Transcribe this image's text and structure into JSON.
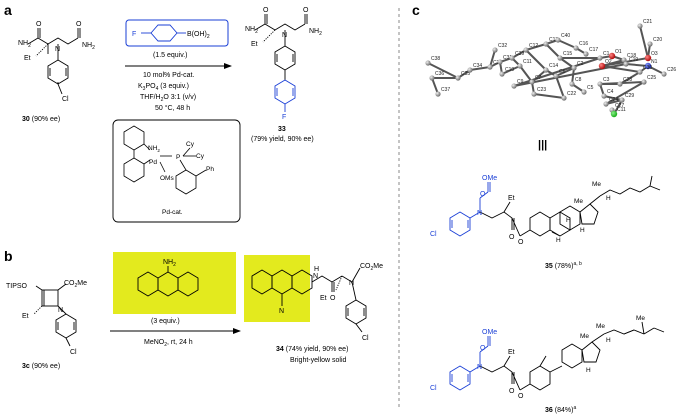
{
  "panel_a": {
    "label": "a",
    "reagent_aryl": "F",
    "reagent_boron": "B(OH)",
    "reagent_boron_sub": "2",
    "reagent_equiv": "(1.5 equiv.)",
    "conditions": [
      "10 mol% Pd-cat.",
      "K",
      "3",
      "PO",
      "4",
      " (3 equiv.)",
      "THF/H",
      "2",
      "O 3:1 (v/v)",
      "50 °C, 48 h"
    ],
    "sm_labels": {
      "nh2_1": "NH",
      "nh2_2": "NH",
      "et": "Et",
      "cl": "Cl",
      "n": "N",
      "o1": "O",
      "o2": "O"
    },
    "sm_name": "30",
    "sm_ee": "(90% ee)",
    "product_labels": {
      "nh2_1": "NH",
      "nh2_2": "NH",
      "et": "Et",
      "n": "N",
      "f": "F",
      "o1": "O",
      "o2": "O"
    },
    "product_name": "33",
    "product_yield": "(79% yield, 90% ee)",
    "catalyst": {
      "nh2": "NH",
      "pd": "Pd",
      "oms": "OMs",
      "p": "P",
      "cy1": "Cy",
      "cy2": "Cy",
      "ph": "Ph",
      "caption": "Pd-cat."
    }
  },
  "panel_b": {
    "label": "b",
    "sm_labels": {
      "tipso": "TIPSO",
      "co2me": "CO",
      "et": "Et",
      "n": "N",
      "cl": "Cl"
    },
    "sm_name": "3c",
    "sm_ee": "(90% ee)",
    "acridine_nh2": "NH",
    "reagent_equiv": "(3 equiv.)",
    "conditions": "MeNO",
    "conditions_tail": ", rt, 24 h",
    "product_labels": {
      "nh": "H",
      "n_acr": "N",
      "n_amide": "N",
      "o": "O",
      "co2me": "CO",
      "et": "Et",
      "n2": "N",
      "cl": "Cl"
    },
    "product_name": "34",
    "product_yield": "(74% yield, 90% ee)",
    "product_note": "Bright-yellow solid",
    "highlight_color": "#e3ea1e"
  },
  "panel_c": {
    "label": "c",
    "crystal_atoms": [
      "C38",
      "C36",
      "C37",
      "C35",
      "C34",
      "C33",
      "C32",
      "C31",
      "C39",
      "C12",
      "C13",
      "C40",
      "C16",
      "C17",
      "C21",
      "C20",
      "C10",
      "C11",
      "C15",
      "C1",
      "O1",
      "C18",
      "O3",
      "C9",
      "C7",
      "C14",
      "C6",
      "C2",
      "O2",
      "C19",
      "N1",
      "C23",
      "C8",
      "C3",
      "C30",
      "C22",
      "C5",
      "C4",
      "C28",
      "C25",
      "C26",
      "C24",
      "C29",
      "C27",
      "C11"
    ],
    "equivalence_symbol": "|||",
    "cmpd35": {
      "ome": "OMe",
      "o_carb": "O",
      "n": "N",
      "et": "Et",
      "cl": "Cl",
      "o1": "O",
      "o2": "O",
      "me1": "Me",
      "me2": "Me",
      "h1": "H",
      "h2": "H",
      "h3": "H",
      "h_side": "H",
      "name": "35",
      "yield": "(78%)",
      "sup": "a, b"
    },
    "cmpd36": {
      "ome": "OMe",
      "o_carb": "O",
      "n": "N",
      "et": "Et",
      "cl": "Cl",
      "o1": "O",
      "o2": "O",
      "me1": "Me",
      "me2": "Me",
      "h1": "H",
      "h_side": "H",
      "me_side": "Me",
      "name": "36",
      "yield": "(84%)",
      "sup": "a"
    }
  },
  "colors": {
    "blue": "#1a3fd6",
    "yellow": "#e3ea1e",
    "red": "#d32020",
    "green": "#2aa02a",
    "gray": "#777777"
  }
}
